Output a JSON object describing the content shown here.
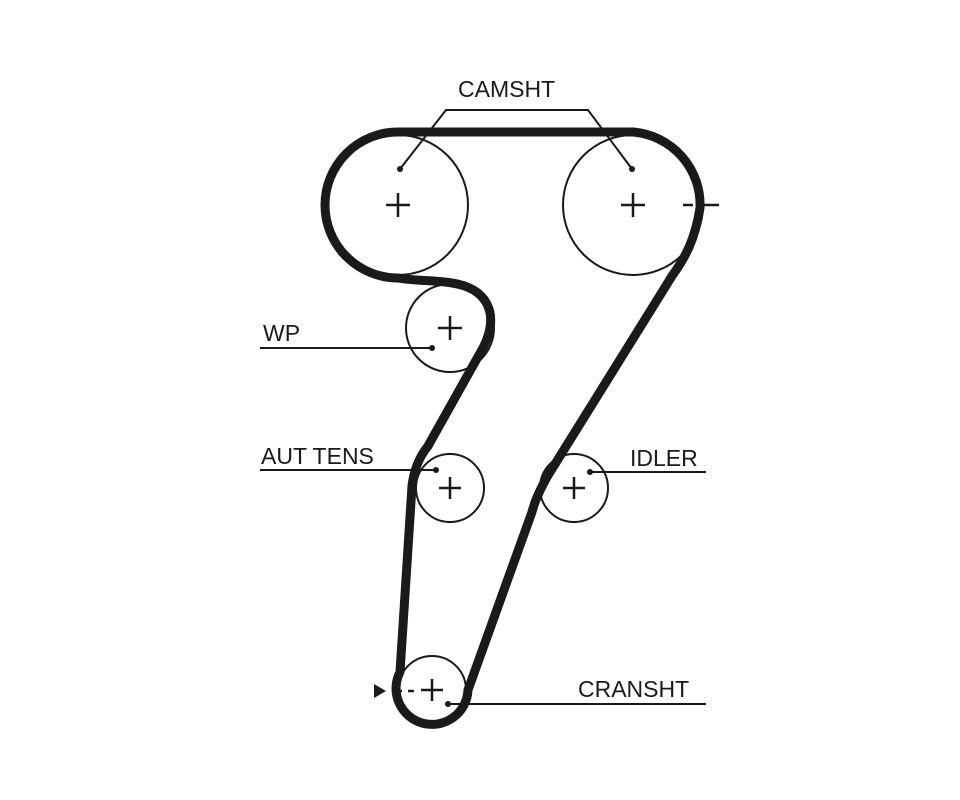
{
  "labels": {
    "camshaft": "CAMSHT",
    "water_pump": "WP",
    "auto_tensioner": "AUT TENS",
    "idler": "IDLER",
    "crankshaft": "CRANSHT"
  },
  "colors": {
    "ink": "#1a1a1a",
    "background": "#ffffff"
  }
}
